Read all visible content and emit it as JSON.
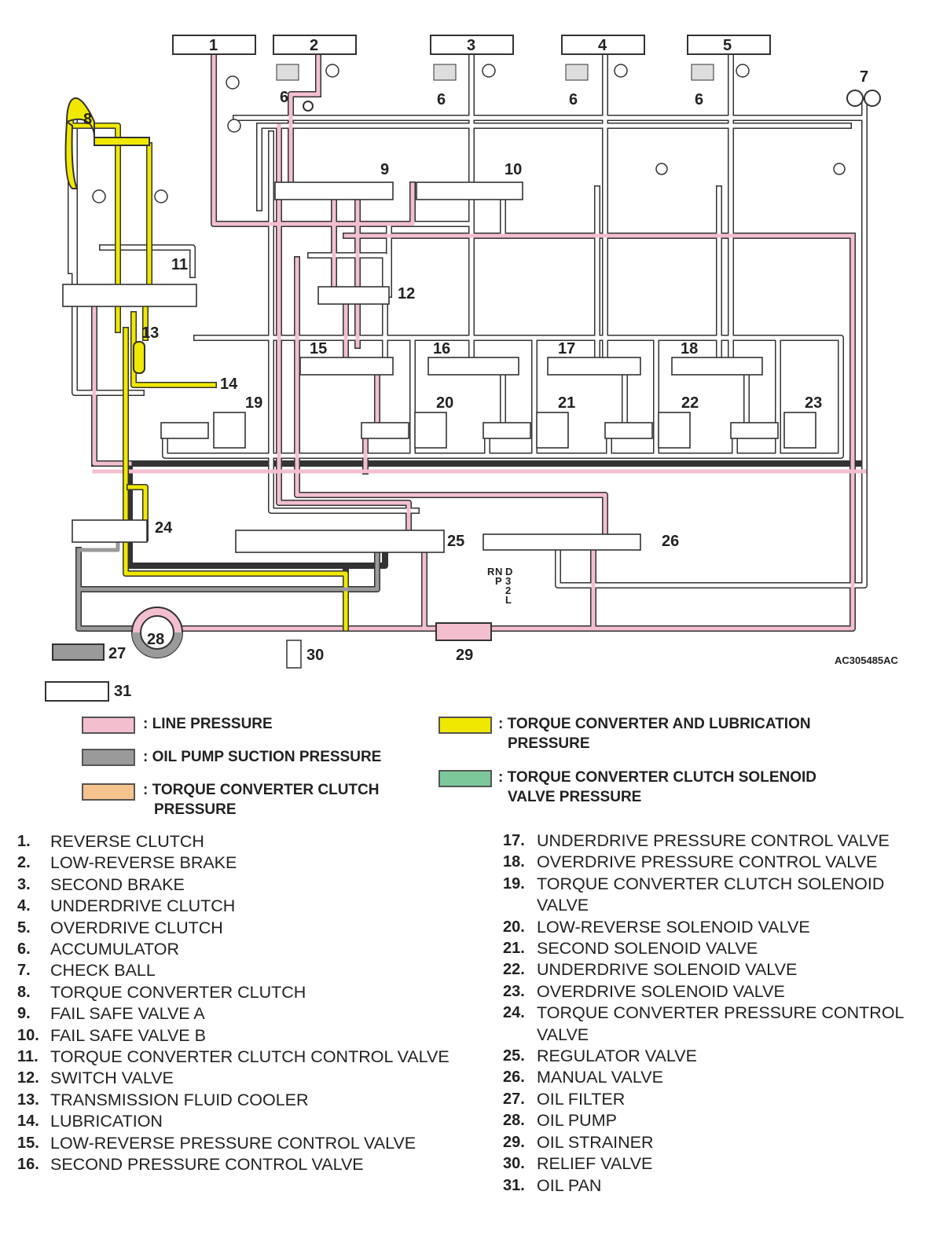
{
  "diagram": {
    "ref_code": "AC305485AC",
    "shift_positions": [
      "R",
      "N",
      "P",
      "D",
      "3",
      "2",
      "L"
    ],
    "callouts": [
      "1",
      "2",
      "3",
      "4",
      "5",
      "6",
      "6",
      "6",
      "6",
      "7",
      "8",
      "9",
      "10",
      "11",
      "12",
      "13",
      "14",
      "15",
      "16",
      "17",
      "18",
      "19",
      "20",
      "21",
      "22",
      "23",
      "24",
      "25",
      "26",
      "27",
      "28",
      "29",
      "30",
      "31"
    ],
    "colors": {
      "line_pressure": "#f3bfcf",
      "oil_pump_suction_pressure": "#9a9a9a",
      "torque_converter_clutch_pressure": "#f6c28e",
      "torque_converter_and_lubrication_pressure": "#f0e800",
      "torque_converter_clutch_solenoid_valve_pressure": "#7cc89a"
    }
  },
  "legend": {
    "line_pressure": ": LINE PRESSURE",
    "oil_pump_suction": ": OIL PUMP SUCTION PRESSURE",
    "tcc_pressure_1": ": TORQUE CONVERTER CLUTCH",
    "tcc_pressure_2": "PRESSURE",
    "tc_lube_1": ": TORQUE CONVERTER AND LUBRICATION",
    "tc_lube_2": "PRESSURE",
    "tcc_solenoid_1": ": TORQUE CONVERTER CLUTCH SOLENOID",
    "tcc_solenoid_2": "VALVE PRESSURE"
  },
  "parts_left": [
    {
      "num": "1.",
      "label": "REVERSE CLUTCH"
    },
    {
      "num": "2.",
      "label": "LOW-REVERSE BRAKE"
    },
    {
      "num": "3.",
      "label": "SECOND BRAKE"
    },
    {
      "num": "4.",
      "label": "UNDERDRIVE CLUTCH"
    },
    {
      "num": "5.",
      "label": "OVERDRIVE CLUTCH"
    },
    {
      "num": "6.",
      "label": "ACCUMULATOR"
    },
    {
      "num": "7.",
      "label": "CHECK BALL"
    },
    {
      "num": "8.",
      "label": "TORQUE CONVERTER CLUTCH"
    },
    {
      "num": "9.",
      "label": "FAIL SAFE VALVE A"
    },
    {
      "num": "10.",
      "label": "FAIL SAFE VALVE B"
    },
    {
      "num": "11.",
      "label": "TORQUE CONVERTER CLUTCH CONTROL VALVE"
    },
    {
      "num": "12.",
      "label": "SWITCH VALVE"
    },
    {
      "num": "13.",
      "label": "TRANSMISSION FLUID COOLER"
    },
    {
      "num": "14.",
      "label": "LUBRICATION"
    },
    {
      "num": "15.",
      "label": "LOW-REVERSE PRESSURE CONTROL VALVE"
    },
    {
      "num": "16.",
      "label": "SECOND PRESSURE CONTROL VALVE"
    }
  ],
  "parts_right": [
    {
      "num": "17.",
      "label": "UNDERDRIVE PRESSURE CONTROL VALVE"
    },
    {
      "num": "18.",
      "label": "OVERDRIVE PRESSURE CONTROL VALVE"
    },
    {
      "num": "19.",
      "label": "TORQUE CONVERTER CLUTCH SOLENOID VALVE"
    },
    {
      "num": "20.",
      "label": "LOW-REVERSE SOLENOID VALVE"
    },
    {
      "num": "21.",
      "label": "SECOND SOLENOID VALVE"
    },
    {
      "num": "22.",
      "label": "UNDERDRIVE SOLENOID VALVE"
    },
    {
      "num": "23.",
      "label": "OVERDRIVE SOLENOID VALVE"
    },
    {
      "num": "24.",
      "label": "TORQUE CONVERTER PRESSURE CONTROL VALVE"
    },
    {
      "num": "25.",
      "label": "REGULATOR VALVE"
    },
    {
      "num": "26.",
      "label": "MANUAL VALVE"
    },
    {
      "num": "27.",
      "label": "OIL FILTER"
    },
    {
      "num": "28.",
      "label": "OIL PUMP"
    },
    {
      "num": "29.",
      "label": "OIL STRAINER"
    },
    {
      "num": "30.",
      "label": "RELIEF VALVE"
    },
    {
      "num": "31.",
      "label": "OIL PAN"
    }
  ]
}
